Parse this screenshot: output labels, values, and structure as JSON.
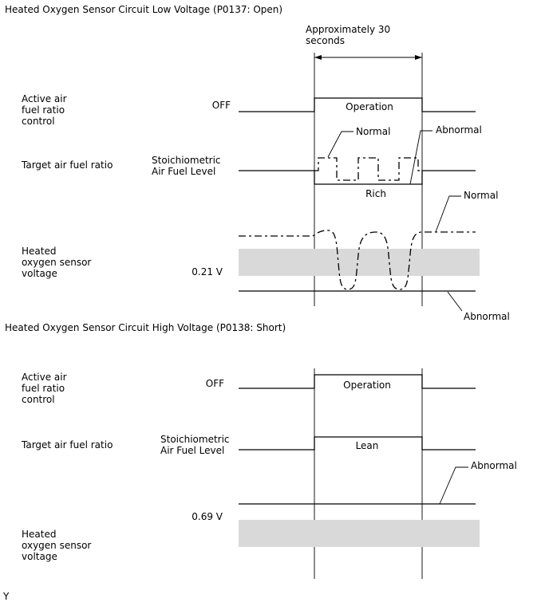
{
  "sections": [
    {
      "title": "Heated Oxygen Sensor Circuit Low Voltage (P0137: Open)",
      "duration_label": [
        "Approximately 30",
        "seconds"
      ],
      "rows": {
        "active_control_label": [
          "Active air",
          "fuel ratio",
          "control"
        ],
        "target_afr_label": "Target air fuel ratio",
        "sensor_voltage_label": [
          "Heated",
          "oxygen sensor",
          "voltage"
        ]
      },
      "levels": {
        "off": "OFF",
        "stoichiometric": [
          "Stoichiometric",
          "Air Fuel Level"
        ],
        "voltage": "0.21 V"
      },
      "annotations": {
        "operation": "Operation",
        "normal_afr": "Normal",
        "abnormal_afr": "Abnormal",
        "rich": "Rich",
        "normal_voltage": "Normal",
        "abnormal_voltage": "Abnormal"
      }
    },
    {
      "title": "Heated Oxygen Sensor Circuit High Voltage (P0138: Short)",
      "rows": {
        "active_control_label": [
          "Active air",
          "fuel ratio",
          "control"
        ],
        "target_afr_label": "Target air fuel ratio",
        "sensor_voltage_label": [
          "Heated",
          "oxygen sensor",
          "voltage"
        ]
      },
      "levels": {
        "off": "OFF",
        "stoichiometric": [
          "Stoichiometric",
          "Air Fuel Level"
        ],
        "voltage": "0.69 V"
      },
      "annotations": {
        "operation": "Operation",
        "lean": "Lean",
        "abnormal_voltage": "Abnormal"
      }
    }
  ],
  "corner_mark": "Y"
}
